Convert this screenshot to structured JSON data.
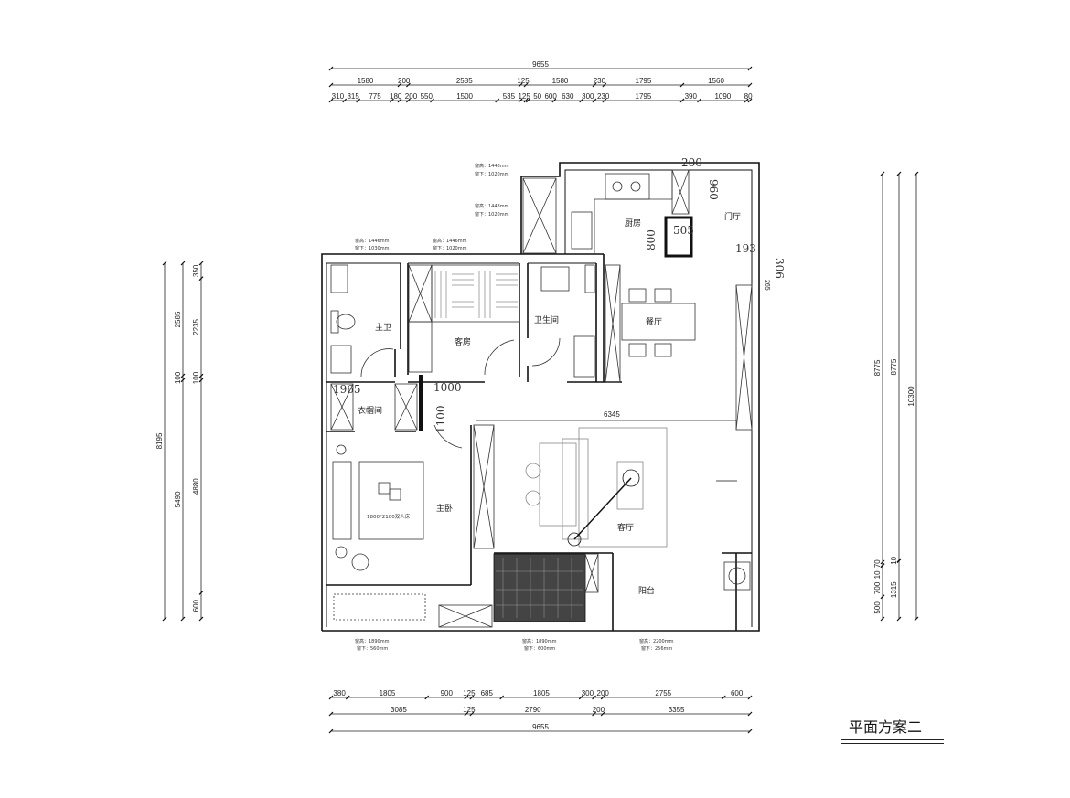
{
  "title": "平面方案二",
  "dimensions": {
    "top": [
      {
        "segments": [
          9655
        ]
      },
      {
        "segments": [
          1580,
          200,
          2585,
          125,
          1580,
          230,
          1795,
          1560
        ]
      },
      {
        "segments": [
          310,
          315,
          775,
          180,
          200,
          550,
          1500,
          535,
          125,
          50,
          600,
          630,
          300,
          230,
          1795,
          390,
          1090,
          80
        ]
      }
    ],
    "bottom": [
      {
        "segments": [
          380,
          1805,
          900,
          125,
          685,
          1805,
          300,
          200,
          2755,
          600
        ]
      },
      {
        "segments": [
          3085,
          125,
          2790,
          200,
          3355
        ]
      },
      {
        "segments": [
          9655
        ]
      }
    ],
    "left": [
      {
        "segments": [
          8195
        ]
      },
      {
        "segments": [
          2585,
          100,
          5490
        ]
      },
      {
        "segments": [
          350,
          2235,
          100,
          4880,
          600
        ]
      }
    ],
    "right": [
      {
        "segments": [
          8775,
          70,
          10,
          700,
          500
        ]
      },
      {
        "segments": [
          8775,
          10,
          1315
        ]
      },
      {
        "segments": [
          10300
        ]
      }
    ]
  },
  "rooms": {
    "master_bath": "主卫",
    "guest_room": "客房",
    "bathroom": "卫生间",
    "dining": "餐厅",
    "kitchen": "厨房",
    "foyer": "门厅",
    "walk_in_closet": "衣帽间",
    "master_bedroom": "主卧",
    "living_room": "客厅",
    "balcony": "阳台",
    "bed_label": "1800*2100双人床"
  },
  "annotations": {
    "d6345": "6345",
    "d1965": "1965",
    "d1000": "1000",
    "d1100": "1100",
    "d505": "505",
    "d800": "800",
    "d960": "960",
    "d200": "200",
    "d193": "193",
    "d306": "306",
    "d265": "265"
  },
  "windows": [
    {
      "h": "窗高：1448mm",
      "b": "窗下：1020mm"
    },
    {
      "h": "窗高：1448mm",
      "b": "窗下：1020mm"
    },
    {
      "h": "窗高：1446mm",
      "b": "窗下：1030mm"
    },
    {
      "h": "窗高：1446mm",
      "b": "窗下：1020mm"
    },
    {
      "h": "窗高：1890mm",
      "b": "窗下：560mm"
    },
    {
      "h": "窗高：1890mm",
      "b": "窗下：600mm"
    },
    {
      "h": "窗高：2200mm",
      "b": "窗下：256mm"
    }
  ]
}
